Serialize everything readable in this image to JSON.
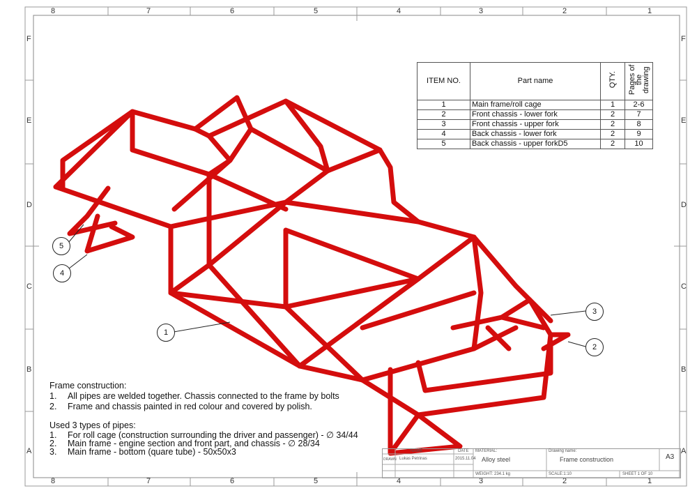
{
  "border": {
    "columns": [
      "8",
      "7",
      "6",
      "5",
      "4",
      "3",
      "2",
      "1"
    ],
    "rows": [
      "F",
      "E",
      "D",
      "C",
      "B",
      "A"
    ]
  },
  "bom": {
    "headers": {
      "item": "ITEM NO.",
      "part": "Part name",
      "qty": "QTY.",
      "pages": "Pages of the drawing"
    },
    "rows": [
      {
        "item": "1",
        "part": "Main frame/roll cage",
        "qty": "1",
        "pages": "2-6"
      },
      {
        "item": "2",
        "part": "Front chassis - lower fork",
        "qty": "2",
        "pages": "7"
      },
      {
        "item": "3",
        "part": "Front chassis - upper fork",
        "qty": "2",
        "pages": "8"
      },
      {
        "item": "4",
        "part": "Back chassis - lower fork",
        "qty": "2",
        "pages": "9"
      },
      {
        "item": "5",
        "part": "Back chassis - upper forkD5",
        "qty": "2",
        "pages": "10"
      }
    ]
  },
  "balloons": [
    "1",
    "2",
    "3",
    "4",
    "5"
  ],
  "notes": {
    "title": "Frame construction:",
    "items": [
      {
        "n": "1.",
        "t": "All pipes are welded together. Chassis connected to the frame by bolts"
      },
      {
        "n": "2.",
        "t": "Frame and chassis painted in red colour and covered by polish."
      }
    ],
    "pipes_title": "Used 3 types of pipes:",
    "pipes": [
      {
        "n": "1.",
        "t": "For roll cage (construction surrounding the driver and passenger) - ∅ 34/44"
      },
      {
        "n": "2.",
        "t": "Main frame - engine section and front part, and chassis - ∅ 28/34"
      },
      {
        "n": "3.",
        "t": "Main frame - bottom (quare tube) - 50x50x3"
      }
    ]
  },
  "title_block": {
    "name_label": "NAME",
    "date_label": "DATE",
    "drawn_label": "DRAWN",
    "drawn_name": "Lukas Petrinas",
    "drawn_date": "2015.11.04",
    "material_label": "MATERIAL:",
    "material": "Alloy steel",
    "drawing_name_label": "Drawing name:",
    "drawing_name": "Frame construction",
    "size": "A3",
    "weight_label": "WEIGHT:",
    "weight": "234.1 kg",
    "scale": "SCALE:1:10",
    "sheet": "SHEET 1 OF 10"
  },
  "colors": {
    "frame": "#d40d0d",
    "border": "#888888"
  }
}
